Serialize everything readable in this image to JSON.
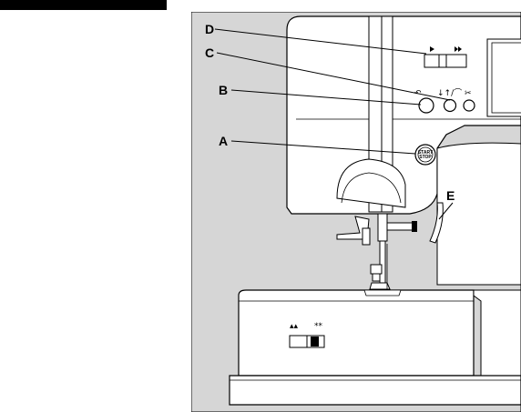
{
  "callouts": {
    "a": "A",
    "b": "B",
    "c": "C",
    "d": "D",
    "e": "E"
  },
  "buttons": {
    "start_stop_line1": "START",
    "start_stop_line2": "STOP"
  },
  "colors": {
    "background": "#d6d6d6",
    "machine_body": "#ffffff",
    "outline": "#000000"
  }
}
